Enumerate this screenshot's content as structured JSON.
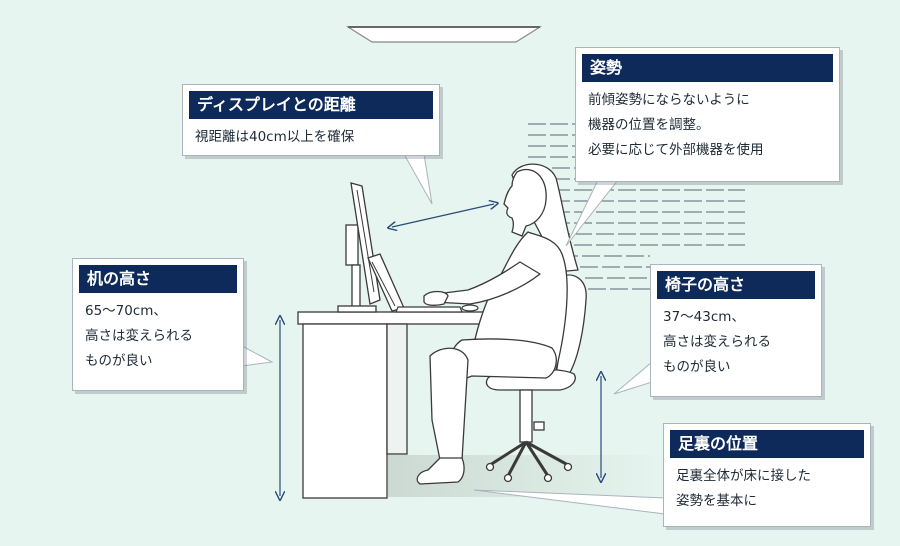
{
  "callouts": {
    "display": {
      "title": "ディスプレイとの距離",
      "lines": [
        "視距離は40cm以上を確保"
      ]
    },
    "posture": {
      "title": "姿勢",
      "lines": [
        "前傾姿勢にならないように",
        "機器の位置を調整。",
        "必要に応じて外部機器を使用"
      ]
    },
    "desk": {
      "title": "机の高さ",
      "lines": [
        "65〜70cm、",
        "高さは変えられる",
        "ものが良い"
      ]
    },
    "chair": {
      "title": "椅子の高さ",
      "lines": [
        "37〜43cm、",
        "高さは変えられる",
        "ものが良い"
      ]
    },
    "feet": {
      "title": "足裏の位置",
      "lines": [
        "足裏全体が床に接した",
        "姿勢を基本に"
      ]
    }
  },
  "colors": {
    "background": "#e6f5ef",
    "title_bar": "#0e2a5a",
    "arrow": "#2b4a7a",
    "outline": "#3a3a3a"
  }
}
